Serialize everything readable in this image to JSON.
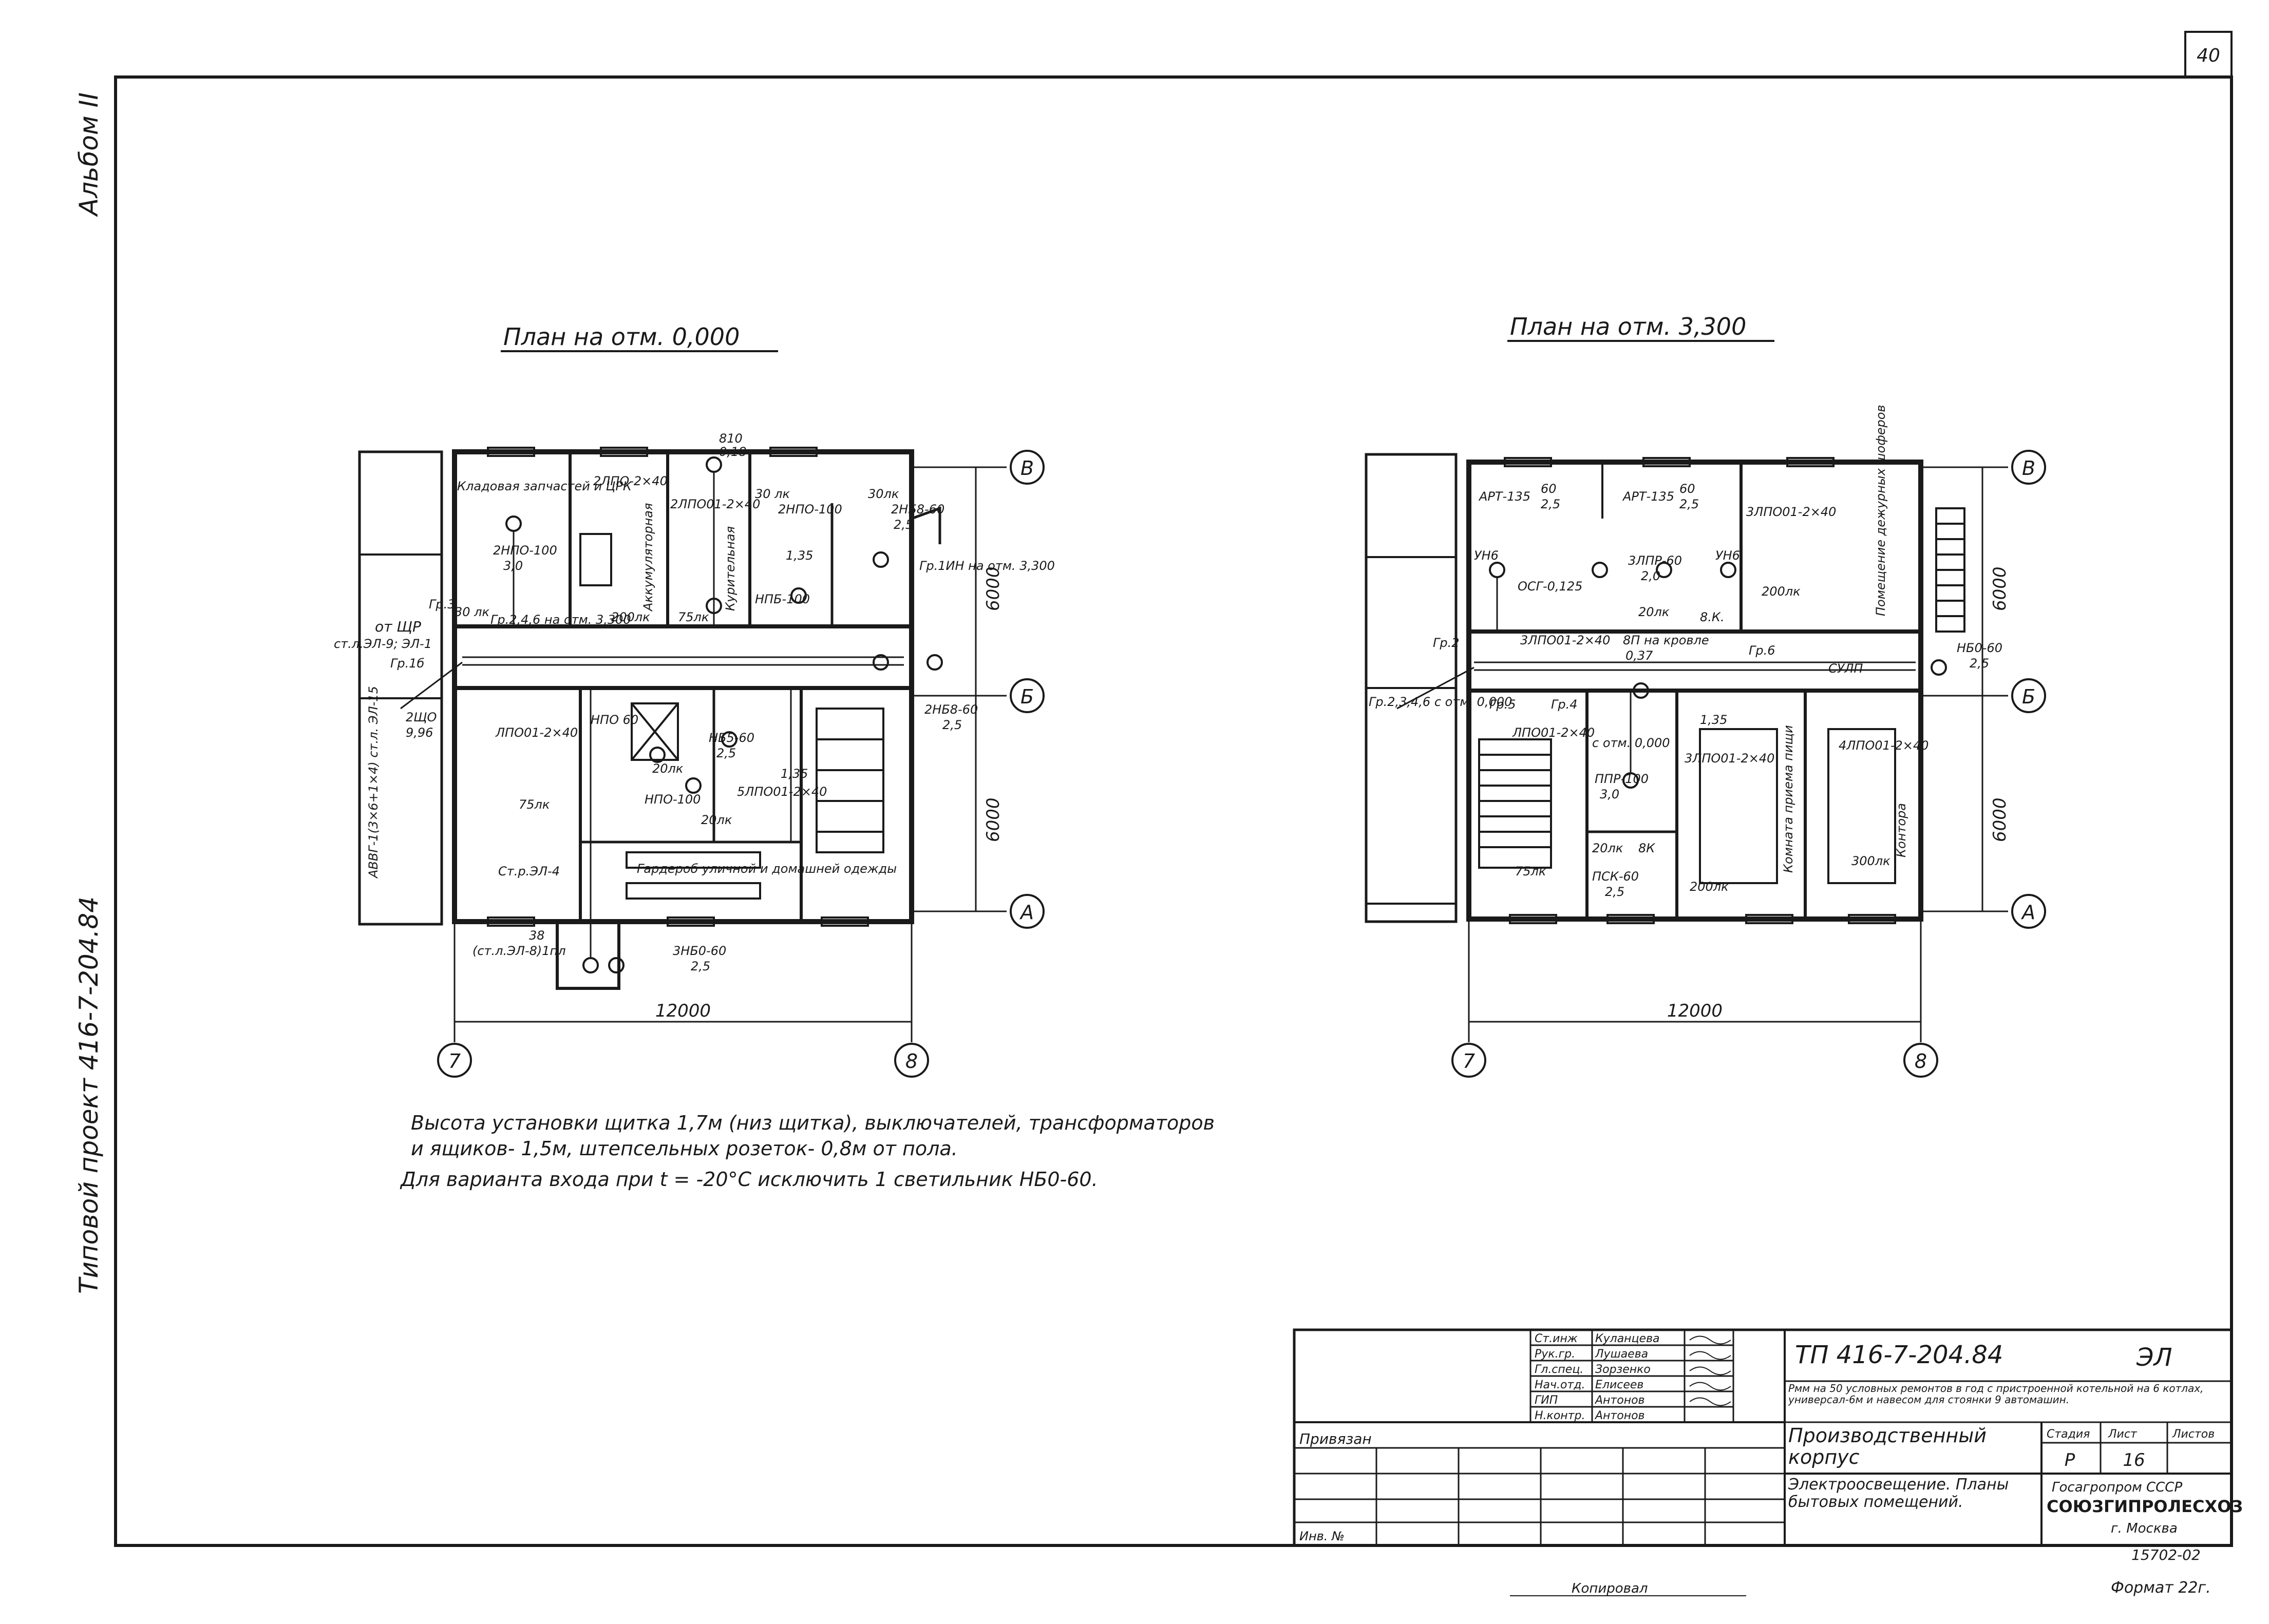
{
  "page_number": "40",
  "album": "Альбом II",
  "side_project": "Типовой проект 416-7-204.84",
  "plans": [
    {
      "title": "План на отм. 0,000",
      "axes": {
        "left": "7",
        "right": "8",
        "top": "В",
        "mid": "Б",
        "bottom": "А"
      },
      "dimensions": {
        "width": "12000",
        "upper": "6000",
        "lower": "6000"
      },
      "labels": [
        "Кладовая запчастей и ЦРК",
        "2НПО-100",
        "3,0",
        "2ЛПО-2×40",
        "Аккумуляторная",
        "Курительная",
        "2ЛПО01-2×40",
        "30 лк",
        "2НПО-100",
        "30лк",
        "30 лк",
        "НПБ-100",
        "1,35",
        "2НБ8-60",
        "2,5",
        "Гр.1ИН на отм. 3,300",
        "Гр.3",
        "Гр.2,4,6 на отм. 3,300",
        "200лк",
        "75лк",
        "от ЩР",
        "ст.л.ЭЛ-9; ЭЛ-1",
        "Гр.1б",
        "2ЩО",
        "9,96",
        "ЛПО01-2×40",
        "75лк",
        "НПО 60",
        "НБ5-60",
        "2,5",
        "20лк",
        "5ЛПО01-2×40",
        "1,35",
        "НПО-100",
        "20лк",
        "Гардероб уличной и домашней одежды",
        "Ст.р.ЭЛ-4",
        "38",
        "(ст.л.ЭЛ-8)1пл",
        "3НБ0-60",
        "2,5",
        "АВВГ-1(3×6+1×4) ст.л. ЭЛ-15",
        "810",
        "0,18",
        "2НБ8-60",
        "2,5"
      ]
    },
    {
      "title": "План на отм. 3,300",
      "axes": {
        "left": "7",
        "right": "8",
        "top": "В",
        "mid": "Б",
        "bottom": "А"
      },
      "dimensions": {
        "width": "12000",
        "upper": "6000",
        "lower": "6000"
      },
      "labels": [
        "АРТ-135",
        "60",
        "2,5",
        "АРТ-135",
        "60",
        "2,5",
        "3ЛПО01-2×40",
        "Помещение дежурных шоферов",
        "УН6",
        "УН6",
        "ОСГ-0,125",
        "3ЛПР-60",
        "2,0",
        "20лк",
        "8.К.",
        "200лк",
        "Гр.2",
        "3ЛПО01-2×40",
        "8П на кровле",
        "0,37",
        "Гр.6",
        "СУЛП",
        "НБ0-60",
        "2,5",
        "Гр.2,3,4,6 с отм. 0,000",
        "Гр.5",
        "Гр.4",
        "ЛПО01-2×40",
        "с отм. 0,000",
        "1,35",
        "3ЛПО01-2×40",
        "4ЛПО01-2×40",
        "ППР-100",
        "3,0",
        "Комната приема пищи",
        "Контора",
        "75лк",
        "20лк",
        "8К",
        "ПСК-60",
        "2,5",
        "200лк",
        "300лк"
      ]
    }
  ],
  "notes": [
    "Высота установки щитка 1,7м (низ щитка), выключателей, трансформаторов",
    "и ящиков- 1,5м, штепсельных розеток- 0,8м от пола.",
    "Для варианта входа при t = -20°С исключить 1 светильник НБ0-60."
  ],
  "title_block": {
    "code": "ТП 416-7-204.84",
    "sheet_code": "ЭЛ",
    "roles": [
      {
        "role": "Ст.инж",
        "name": "Куланцева"
      },
      {
        "role": "Рук.гр.",
        "name": "Лушаева"
      },
      {
        "role": "Гл.спец.",
        "name": "Зорзенко"
      },
      {
        "role": "Нач.отд.",
        "name": "Елисеев"
      },
      {
        "role": "ГИП",
        "name": "Антонов"
      },
      {
        "role": "Н.контр.",
        "name": "Антонов"
      }
    ],
    "description": "Рмм на 50 условных ремонтов в год с пристроенной котельной на 6 котлах, универсал-6м и навесом для стоянки 9 автомашин.",
    "object_name": "Производственный корпус",
    "drawing_name": "Электроосвещение. Планы бытовых помещений.",
    "stage_header": "Стадия",
    "sheet_header": "Лист",
    "sheets_header": "Листов",
    "stage": "Р",
    "sheet": "16",
    "org": [
      "Госагропром СССР",
      "СОЮЗГИПРОЛЕСХОЗ",
      "г. Москва"
    ],
    "attached": "Привязан",
    "inv": "Инв. №",
    "doc_number": "15702-02"
  },
  "footer_copy": "Копировал",
  "footer_format": "Формат 22г."
}
